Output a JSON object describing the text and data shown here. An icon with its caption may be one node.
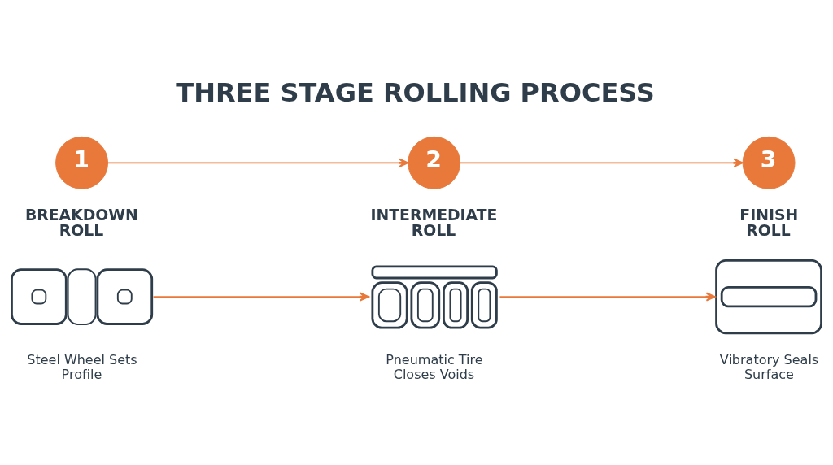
{
  "diagram": {
    "title": "THREE STAGE ROLLING PROCESS",
    "nodes": [
      {
        "text": [
          "1"
        ],
        "beside": [
          "BREAKDOWN ROLL"
        ]
      },
      {
        "text": [
          "2"
        ],
        "beside": [
          "INTERMEDIATE ROLL"
        ]
      },
      {
        "text": [
          "3"
        ],
        "beside": [
          "FINISH ROLL"
        ]
      },
      {
        "text": [],
        "shape": "picture",
        "beside": [
          "Steel Wheel Sets Profile"
        ]
      },
      {
        "text": [],
        "shape": "picture",
        "beside": [
          "Pneumatic Tire Closes Voids"
        ]
      },
      {
        "text": [],
        "shape": "picture",
        "beside": [
          "Vibratory Seals Surface"
        ]
      }
    ],
    "edges": [
      {
        "from": 0,
        "to": 1,
        "arrow": "to"
      },
      {
        "from": 1,
        "to": 2,
        "arrow": "to"
      },
      {
        "from": 3,
        "to": 4,
        "arrow": "to"
      },
      {
        "from": 4,
        "to": 5,
        "arrow": "to"
      }
    ]
  }
}
